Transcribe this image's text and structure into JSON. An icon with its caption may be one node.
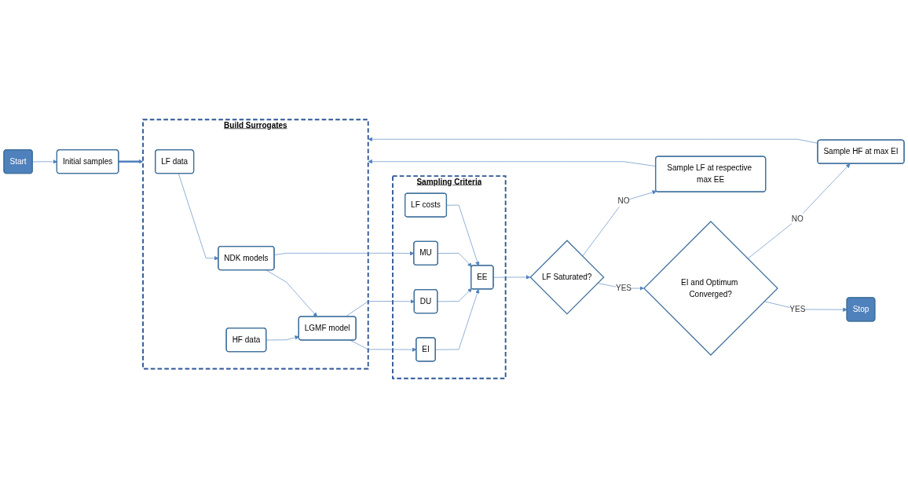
{
  "diagram": {
    "nodes": [
      {
        "text": [
          "Start"
        ]
      },
      {
        "text": [
          "Initial samples"
        ]
      },
      {
        "text": [
          "Build Surrogates"
        ]
      },
      {
        "text": [
          "HF data"
        ],
        "in": 2
      },
      {
        "text": [
          "LF data"
        ],
        "in": 2
      },
      {
        "text": [
          "LGMF model"
        ],
        "in": 2
      },
      {
        "text": [
          "NDK models"
        ],
        "in": 2
      },
      {
        "text": [
          "Sampling Criteria"
        ]
      },
      {
        "text": [
          "EI"
        ],
        "in": 7
      },
      {
        "text": [
          "DU"
        ],
        "in": 7
      },
      {
        "text": [
          "MU"
        ],
        "in": 7
      },
      {
        "text": [
          "LF costs"
        ],
        "in": 7
      },
      {
        "text": [
          "EE"
        ],
        "in": 7
      },
      {
        "text": [
          "LF Saturated?"
        ]
      },
      {
        "text": [
          "Sample LF at respective max EE"
        ]
      },
      {
        "text": [
          "EI and Optimum Converged?"
        ]
      },
      {
        "text": [
          "Sample HF at max EI"
        ]
      },
      {
        "text": [
          "Stop"
        ]
      }
    ],
    "edges": [
      {
        "from": 0,
        "to": 1,
        "arrow": "to"
      },
      {
        "from": 1,
        "to": 2,
        "arrow": "to",
        "style": "thick"
      },
      {
        "from": 3,
        "to": 5,
        "arrow": "to"
      },
      {
        "from": 4,
        "to": 6,
        "arrow": "to"
      },
      {
        "from": 6,
        "to": 5,
        "arrow": "to"
      },
      {
        "from": 5,
        "to": 8,
        "arrow": "to"
      },
      {
        "from": 5,
        "to": 9,
        "arrow": "to"
      },
      {
        "from": 6,
        "to": 10,
        "arrow": "to"
      },
      {
        "from": 8,
        "to": 12,
        "arrow": "to"
      },
      {
        "from": 9,
        "to": 12,
        "arrow": "to"
      },
      {
        "from": 10,
        "to": 12,
        "arrow": "to"
      },
      {
        "from": 11,
        "to": 12,
        "arrow": "to"
      },
      {
        "from": 12,
        "to": 13,
        "arrow": "to"
      },
      {
        "from": 13,
        "to": 14,
        "arrow": "to",
        "label": "NO"
      },
      {
        "from": 13,
        "to": 15,
        "arrow": "to",
        "label": "YES"
      },
      {
        "from": 15,
        "to": 16,
        "arrow": "to",
        "label": "NO"
      },
      {
        "from": 15,
        "to": 17,
        "arrow": "to",
        "label": "YES"
      },
      {
        "from": 14,
        "to": 2,
        "arrow": "to"
      },
      {
        "from": 16,
        "to": 2,
        "arrow": "to"
      }
    ]
  }
}
